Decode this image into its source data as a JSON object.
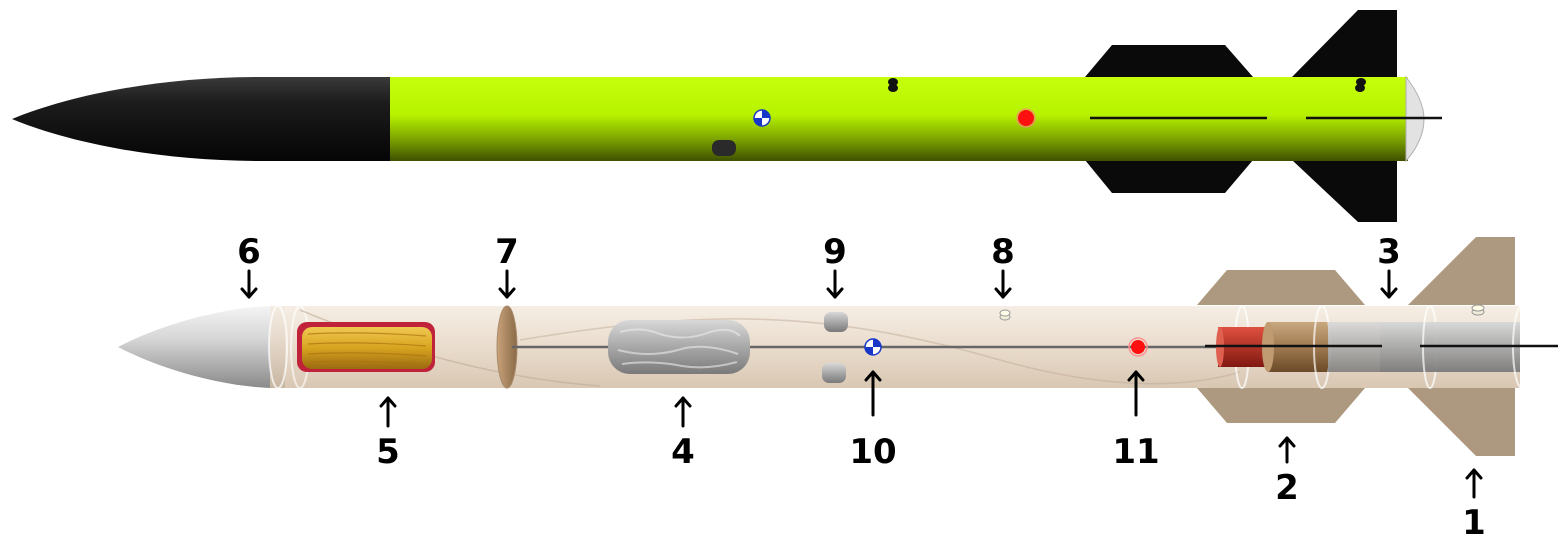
{
  "colors": {
    "body_green": "#bfff00",
    "nose_black": "#151515",
    "fin_black": "#0a0a0a",
    "tube_transparent": "#ead8c4",
    "fin_cardboard": "#a89478",
    "parachute_red": "#c0223a",
    "parachute_yellow": "#d9a820",
    "cg_marker": "#1836c8",
    "cp_marker": "#ff1010"
  },
  "labels": {
    "l1": "1",
    "l2": "2",
    "l3": "3",
    "l4": "4",
    "l5": "5",
    "l6": "6",
    "l7": "7",
    "l8": "8",
    "l9": "9",
    "l10": "10",
    "l11": "11"
  }
}
